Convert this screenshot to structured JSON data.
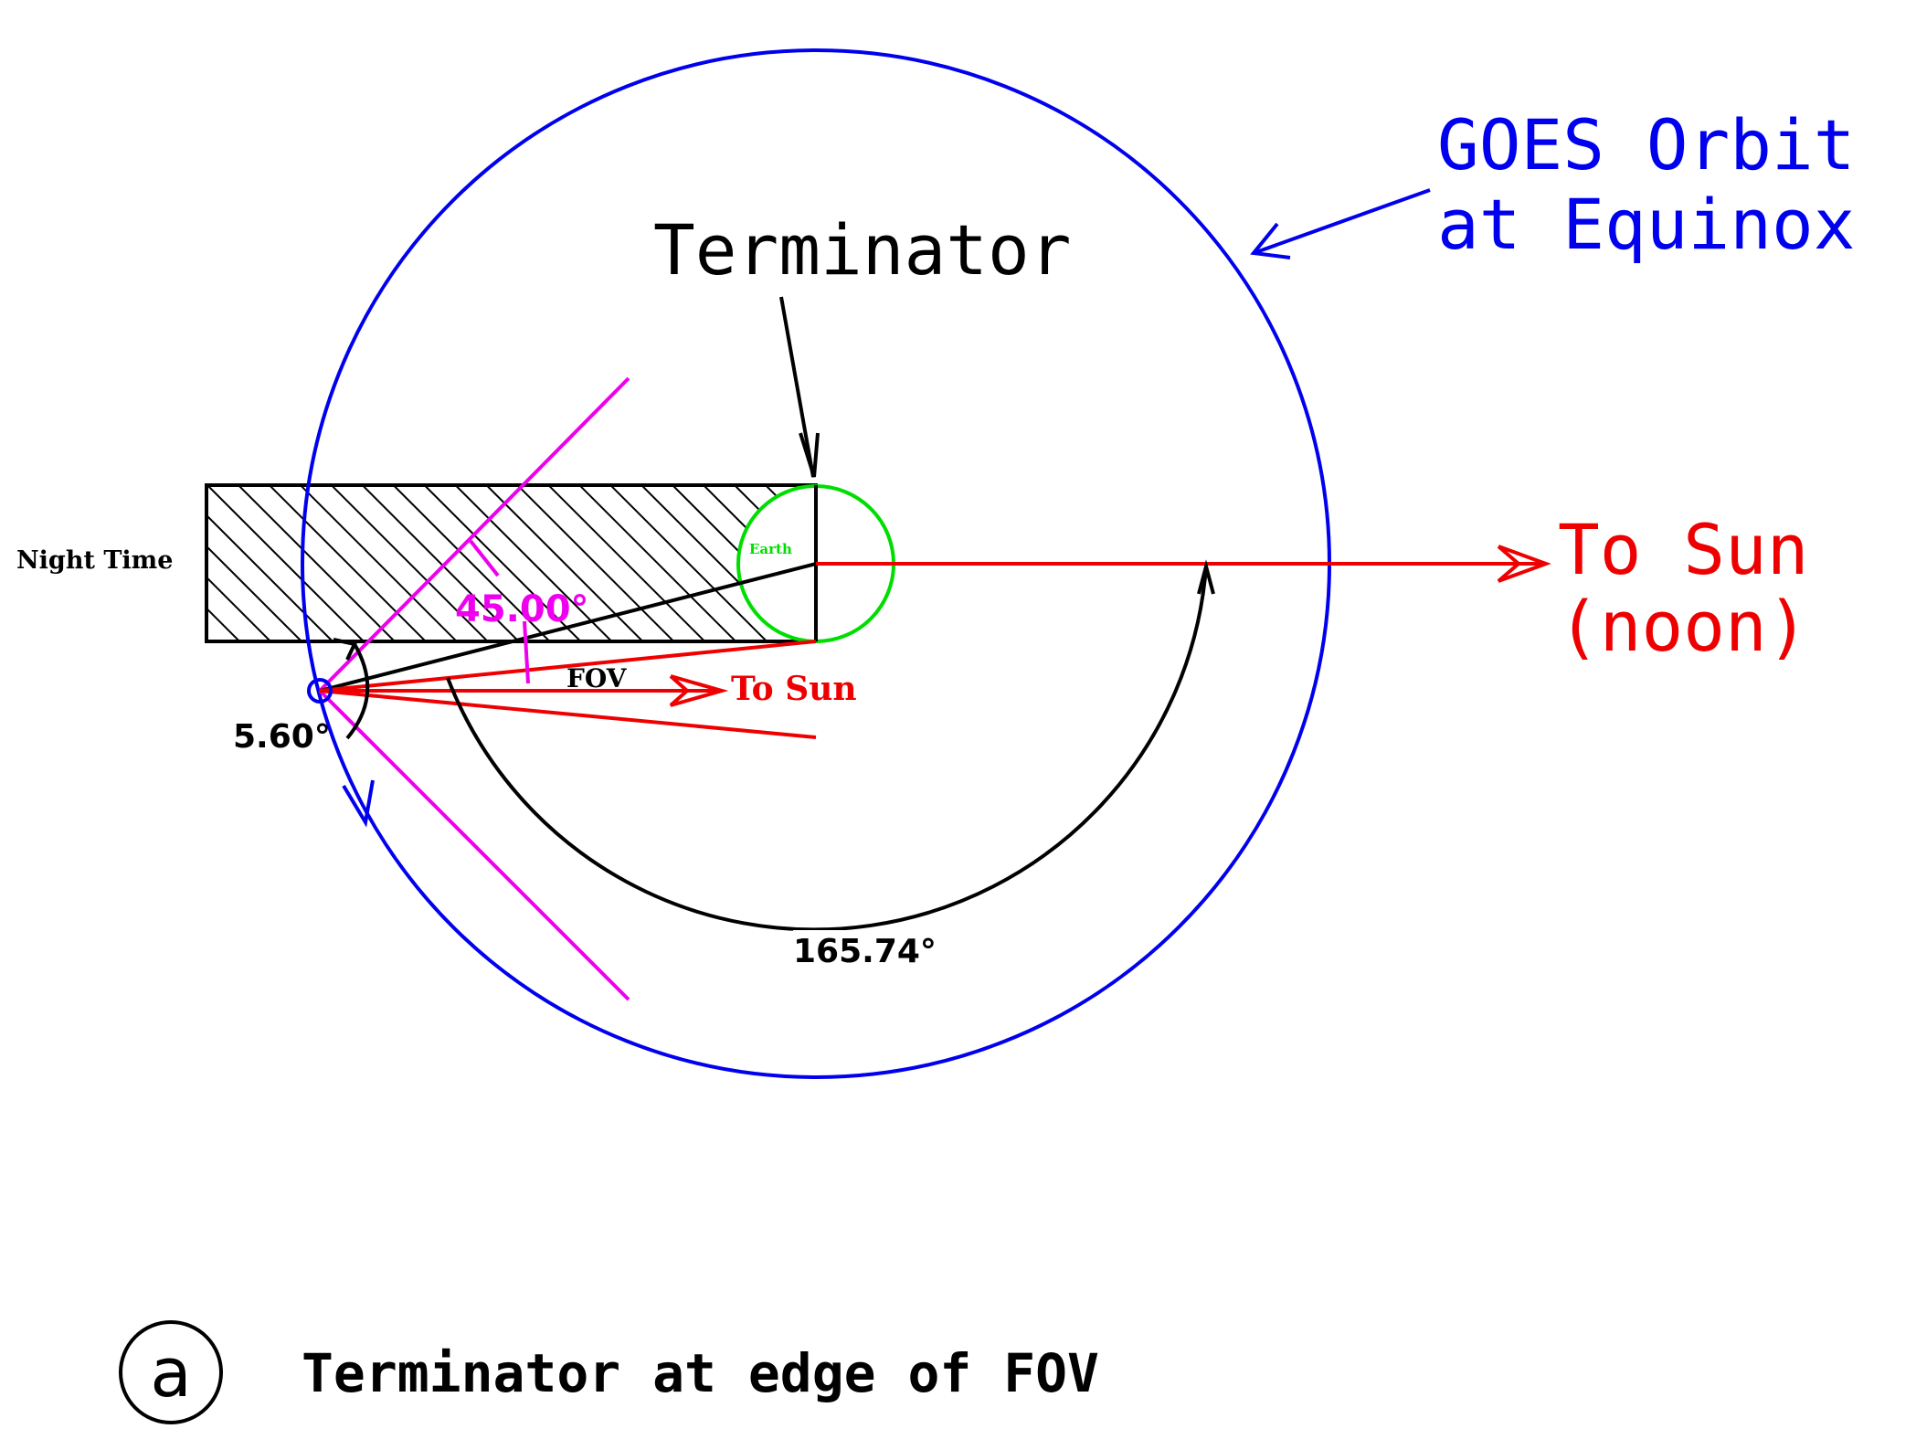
{
  "labels": {
    "orbit_line1": "GOES Orbit",
    "orbit_line2": "at Equinox",
    "terminator": "Terminator",
    "to_sun_big_line1": "To Sun",
    "to_sun_big_line2": "(noon)",
    "to_sun_small": "To Sun",
    "night_time": "Night Time",
    "earth": "Earth",
    "fov": "FOV",
    "angle_fov": "45.00°",
    "angle_small": "5.60°",
    "angle_large": "165.74°",
    "panel_letter": "a",
    "caption": "Terminator at edge of FOV"
  },
  "colors": {
    "orbit": "#0000ee",
    "sun": "#ee0000",
    "earth": "#00dd00",
    "fov": "#ee00ee",
    "ink": "#000000"
  }
}
